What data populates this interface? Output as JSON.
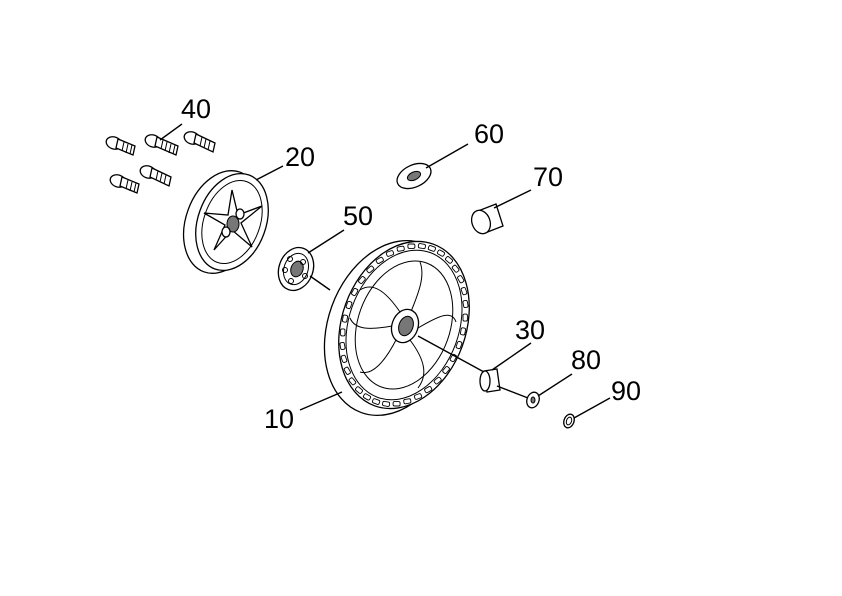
{
  "callouts": {
    "p10": "10",
    "p20": "20",
    "p30": "30",
    "p40": "40",
    "p50": "50",
    "p60": "60",
    "p70": "70",
    "p80": "80",
    "p90": "90"
  }
}
